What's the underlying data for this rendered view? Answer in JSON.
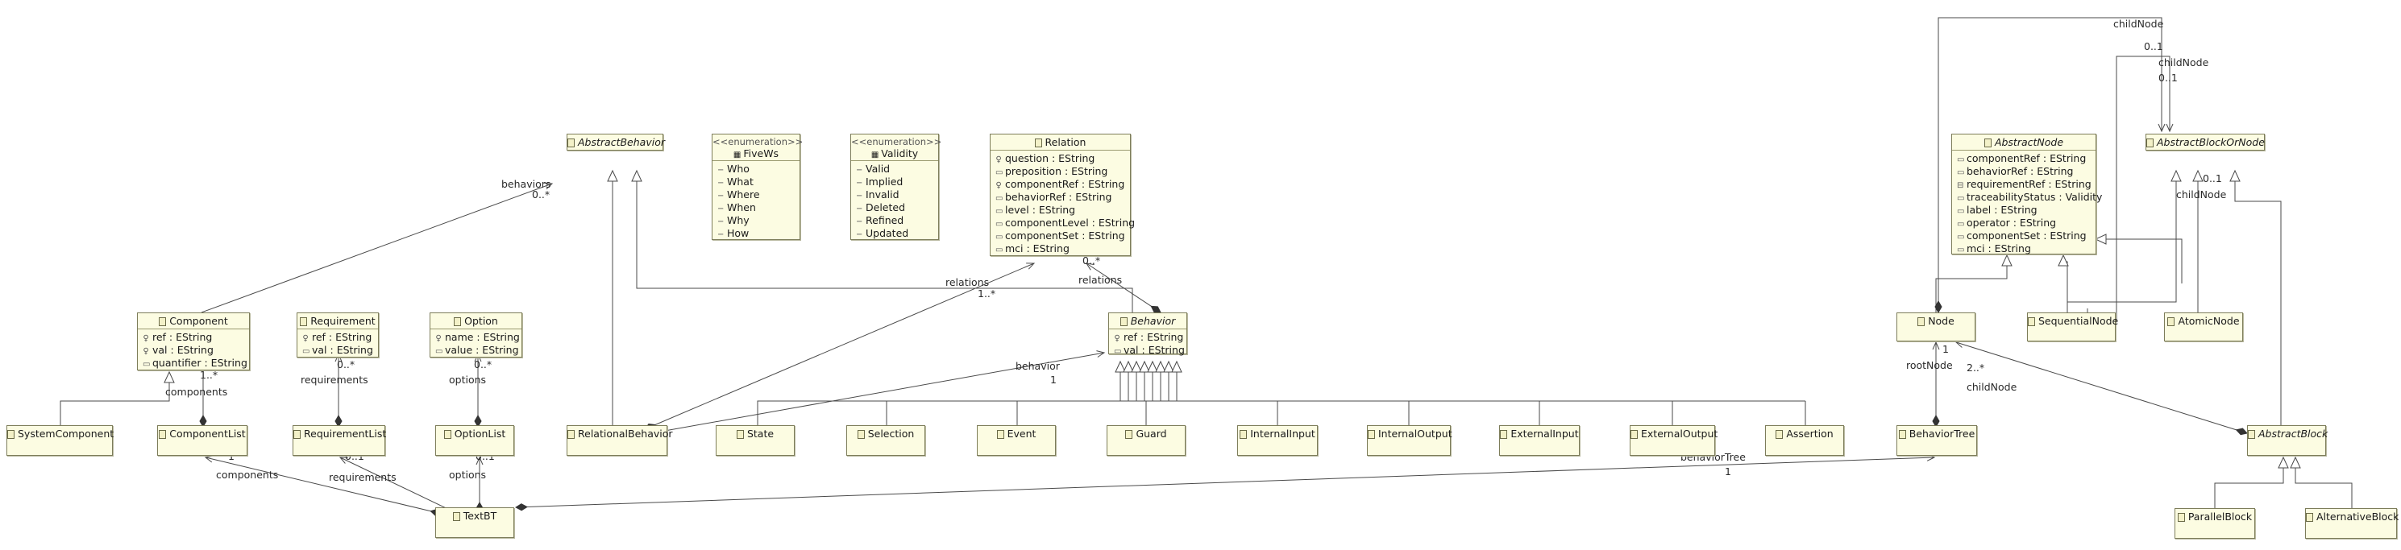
{
  "classes": {
    "abstract_behavior": {
      "name": "AbstractBehavior",
      "abstract": true
    },
    "fivews": {
      "stereotype": "<<enumeration>>",
      "name": "FiveWs",
      "literals": [
        "Who",
        "What",
        "Where",
        "When",
        "Why",
        "How"
      ]
    },
    "validity": {
      "stereotype": "<<enumeration>>",
      "name": "Validity",
      "literals": [
        "Valid",
        "Implied",
        "Invalid",
        "Deleted",
        "Refined",
        "Updated"
      ]
    },
    "relation": {
      "name": "Relation",
      "attributes": [
        "question : EString",
        "preposition : EString",
        "componentRef : EString",
        "behaviorRef : EString",
        "level : EString",
        "componentLevel : EString",
        "componentSet : EString",
        "mci : EString"
      ]
    },
    "abstract_node": {
      "name": "AbstractNode",
      "abstract": true,
      "attributes": [
        "componentRef : EString",
        "behaviorRef : EString",
        "requirementRef : EString",
        "traceabilityStatus : Validity",
        "label : EString",
        "operator : EString",
        "componentSet : EString",
        "mci : EString"
      ]
    },
    "abstract_block_or_node": {
      "name": "AbstractBlockOrNode",
      "abstract": true
    },
    "component": {
      "name": "Component",
      "attributes": [
        "ref : EString",
        "val : EString",
        "quantifier : EString"
      ]
    },
    "requirement": {
      "name": "Requirement",
      "attributes": [
        "ref : EString",
        "val : EString"
      ]
    },
    "option": {
      "name": "Option",
      "attributes": [
        "name : EString",
        "value : EString"
      ]
    },
    "behavior": {
      "name": "Behavior",
      "abstract": true,
      "attributes": [
        "ref : EString",
        "val : EString"
      ]
    },
    "node": {
      "name": "Node"
    },
    "sequential_node": {
      "name": "SequentialNode"
    },
    "atomic_node": {
      "name": "AtomicNode"
    },
    "system_component": {
      "name": "SystemComponent"
    },
    "component_list": {
      "name": "ComponentList"
    },
    "requirement_list": {
      "name": "RequirementList"
    },
    "option_list": {
      "name": "OptionList"
    },
    "relational_behavior": {
      "name": "RelationalBehavior"
    },
    "state": {
      "name": "State"
    },
    "selection": {
      "name": "Selection"
    },
    "event": {
      "name": "Event"
    },
    "guard": {
      "name": "Guard"
    },
    "internal_input": {
      "name": "InternalInput"
    },
    "internal_output": {
      "name": "InternalOutput"
    },
    "external_input": {
      "name": "ExternalInput"
    },
    "external_output": {
      "name": "ExternalOutput"
    },
    "assertion": {
      "name": "Assertion"
    },
    "behavior_tree": {
      "name": "BehaviorTree"
    },
    "abstract_block": {
      "name": "AbstractBlock",
      "abstract": true
    },
    "parallel_block": {
      "name": "ParallelBlock"
    },
    "alternative_block": {
      "name": "AlternativeBlock"
    },
    "text_bt": {
      "name": "TextBT"
    }
  },
  "edge_labels": {
    "child_node_top": "childNode",
    "child_node_top_mult": "0..1",
    "child_node_mid": "childNode",
    "child_node_mid_mult": "0..1",
    "child_node_right": "childNode",
    "child_node_right_mult": "0..1",
    "behaviors": "behaviors",
    "behaviors_mult": "0..*",
    "relations_left": "relations",
    "relations_left_mult": "1..*",
    "relations_right": "relations",
    "relations_right_mult": "0..*",
    "components_mult_top": "1..*",
    "components_top": "components",
    "requirements_mult_top": "0..*",
    "requirements_top": "requirements",
    "options_mult_top": "0..*",
    "options_top": "options",
    "behavior": "behavior",
    "behavior_mult": "1",
    "root_node_mult": "1",
    "root_node": "rootNode",
    "child_node_block_mult": "2..*",
    "child_node_block": "childNode",
    "components_mult_bottom": "1",
    "components_bottom": "components",
    "requirements_mult_bottom": "0..1",
    "requirements_bottom": "requirements",
    "options_mult_bottom": "0..1",
    "options_bottom": "options",
    "behavior_tree": "behaviorTree",
    "behavior_tree_mult": "1"
  },
  "colors": {
    "class_fill": "#fcfce2",
    "class_border": "#7d7d5a",
    "line": "#4a4a4a",
    "stereotype_text": "#545454"
  }
}
